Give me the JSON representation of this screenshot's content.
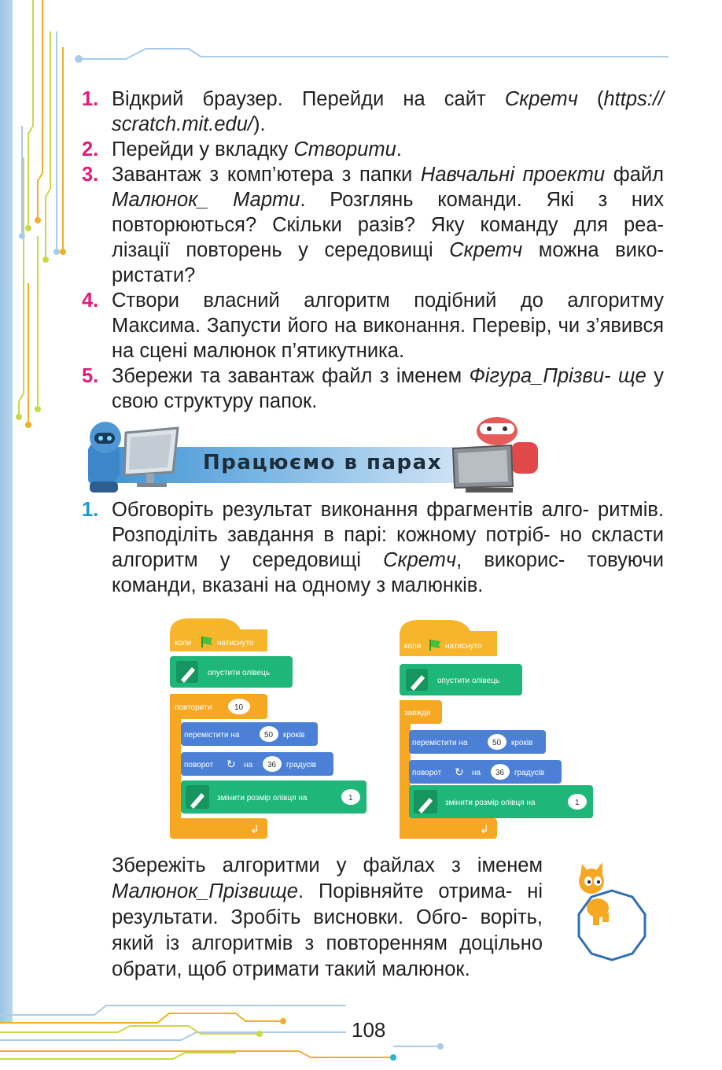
{
  "tasks": [
    {
      "num": "1.",
      "text": "Відкрий браузер. Перейди на сайт <i>Скретч</i> (<i>https://</i> <i>scratch.mit.edu/</i>)."
    },
    {
      "num": "2.",
      "text": "Перейди у вкладку <i>Створити</i>."
    },
    {
      "num": "3.",
      "text": "Завантаж з комп’ютера з папки <i>Навчальні проекти</i> файл <i>Малюнок_ Марти</i>. Розглянь команди. Які з них повторюються? Скільки разів? Яку команду для реа- лізації повторень у середовищі <i>Скретч</i> можна вико- ристати?"
    },
    {
      "num": "4.",
      "text": "Створи власний алгоритм подібний до алгоритму Максима. Запусти його на виконання. Перевір, чи з’явився на сцені малюнок п’ятикутника."
    },
    {
      "num": "5.",
      "text": "Збережи та завантаж файл з іменем <i>Фігура_Прізви-</i> <i>ще</i> у свою структуру папок."
    }
  ],
  "banner": {
    "label": "Працюємо в парах"
  },
  "pair_task": {
    "num": "1.",
    "text": "Обговоріть результат виконання фрагментів алго- ритмів. Розподіліть завдання в парі: кожному потріб- но скласти алгоритм у середовищі <i>Скретч</i>, викорис- товуючи команди, вказані на одному з малюнків."
  },
  "scripts": [
    {
      "hat": "коли",
      "hat_after": "натиснуто",
      "pen_down": "опустити олівець",
      "loop": "повторити",
      "loop_count": "10",
      "move": "перемістити на",
      "move_steps": "50",
      "move_unit": "кроків",
      "turn": "поворот",
      "turn_on": "на",
      "turn_deg": "36",
      "turn_unit": "градусів",
      "pen_size": "змінити розмір олівця на",
      "pen_size_val": "1"
    },
    {
      "hat": "коли",
      "hat_after": "натиснуто",
      "pen_down": "опустити олівець",
      "loop": "завжди",
      "move": "перемістити на",
      "move_steps": "50",
      "move_unit": "кроків",
      "turn": "поворот",
      "turn_on": "на",
      "turn_deg": "36",
      "turn_unit": "градусів",
      "pen_size": "змінити розмір олівця на",
      "pen_size_val": "1"
    }
  ],
  "conclusion": "Збережіть алгоритми у файлах з іменем <i>Малюнок_Прізвище</i>. Порівняйте отрима- ні результати. Зробіть висновки. Обго- воріть, який із алгоритмів з повторенням доцільно обрати, щоб отримати такий малюнок.",
  "page_number": "108",
  "colors": {
    "step_pink": "#e6197e",
    "step_blue": "#1a9ad6",
    "control": "#f7a823",
    "events": "#f7b52c",
    "motion": "#4c7fd6",
    "pen": "#1fb67a"
  }
}
